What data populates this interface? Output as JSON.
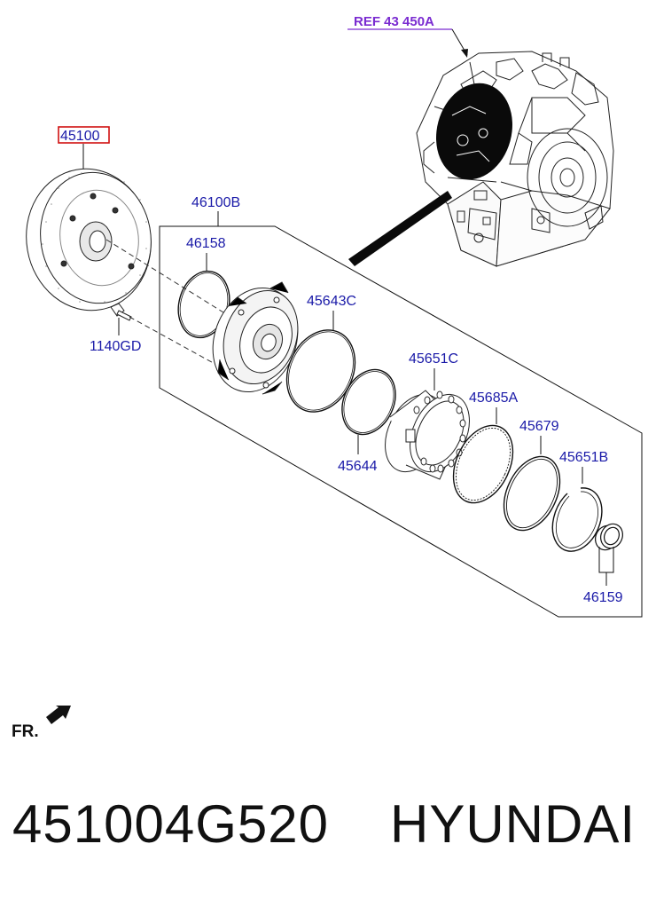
{
  "diagram": {
    "ref_label": "REF 43 450A",
    "front_label": "FR.",
    "callouts": {
      "c45100": "45100",
      "c46100B": "46100B",
      "c46158": "46158",
      "c1140GD": "1140GD",
      "c45643C": "45643C",
      "c45651C": "45651C",
      "c45685A": "45685A",
      "c45644": "45644",
      "c45679": "45679",
      "c45651B": "45651B",
      "c46159": "46159"
    },
    "highlighted_part": "45100",
    "colors": {
      "callout_text": "#1a1aa8",
      "ref_text": "#7a2bd1",
      "highlight_box": "#d01010",
      "line": "#111111"
    }
  },
  "footer": {
    "part_number": "451004G520",
    "brand": "HYUNDAI"
  }
}
